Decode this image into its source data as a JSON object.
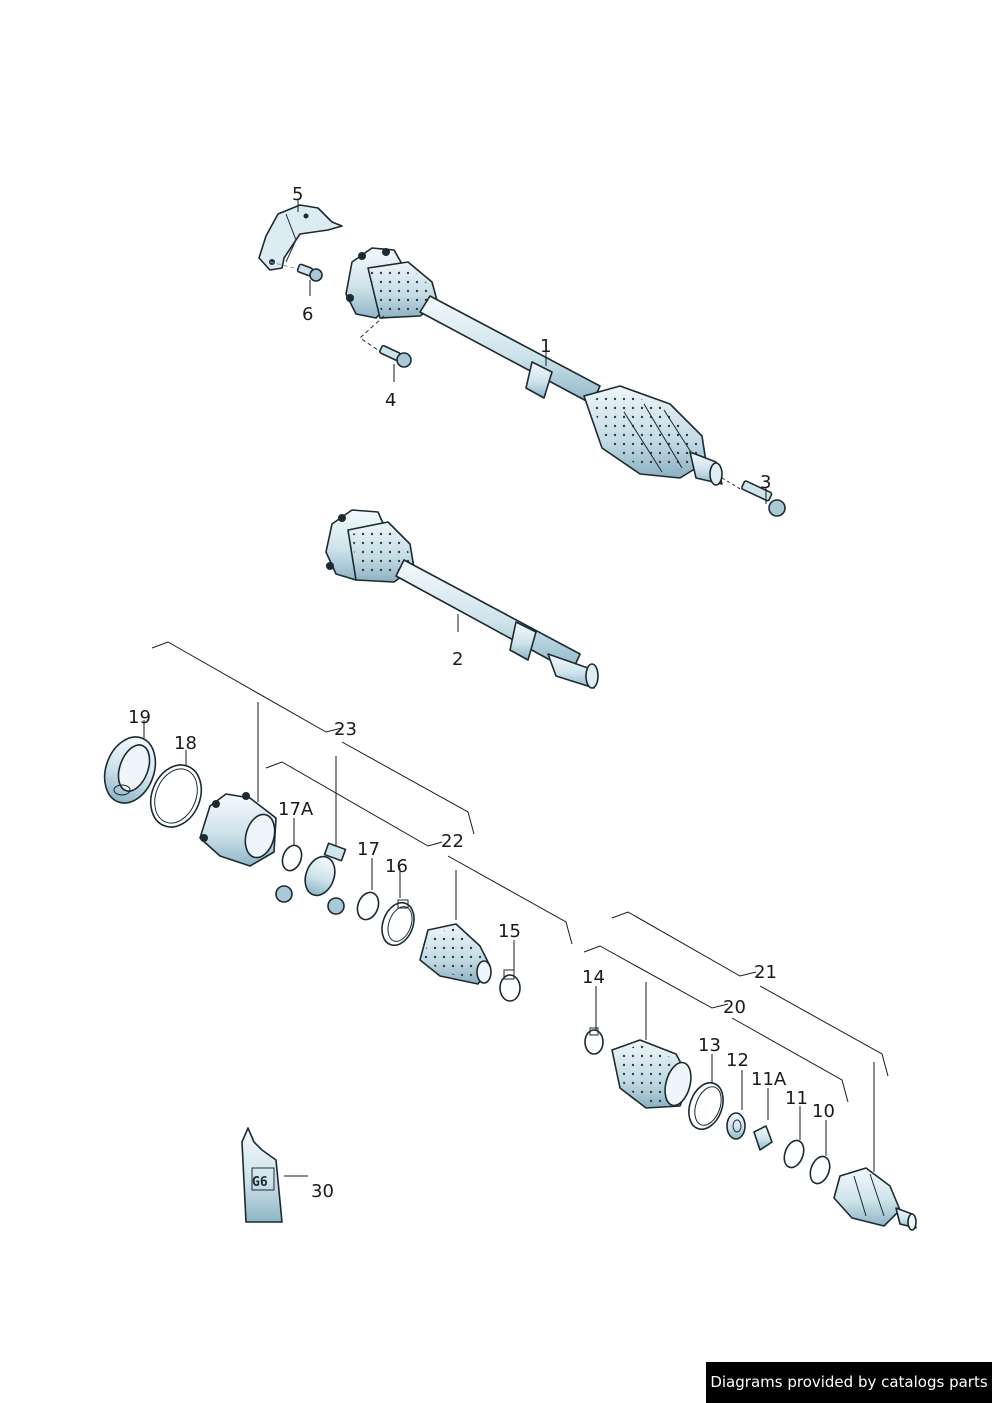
{
  "diagram": {
    "callouts": {
      "p1": "1",
      "p2": "2",
      "p3": "3",
      "p4": "4",
      "p5": "5",
      "p6": "6",
      "p10": "10",
      "p11": "11",
      "p11a": "11A",
      "p12": "12",
      "p13": "13",
      "p14": "14",
      "p15": "15",
      "p16": "16",
      "p17": "17",
      "p17a": "17A",
      "p18": "18",
      "p19": "19",
      "p20": "20",
      "p21": "21",
      "p22": "22",
      "p23": "23",
      "p30": "30"
    },
    "tube_label": "G6"
  },
  "footer": {
    "credit": "Diagrams provided by catalogs parts"
  },
  "colors": {
    "metal": "#dfeef3",
    "shade": "#a9c9d6",
    "outline": "#1b2a33"
  }
}
